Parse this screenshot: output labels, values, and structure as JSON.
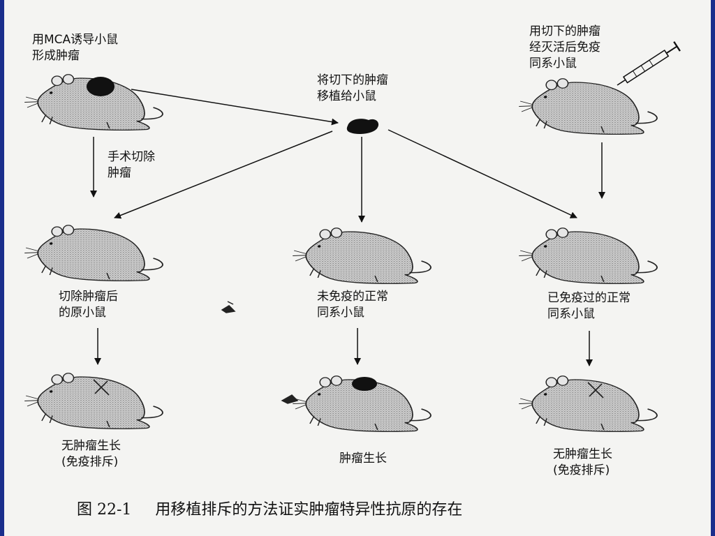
{
  "labels": {
    "mca_induce": [
      "用MCA诱导小鼠",
      "形成肿瘤"
    ],
    "transplant": [
      "将切下的肿瘤",
      "移植给小鼠"
    ],
    "inactivated_immunize": [
      "用切下的肿瘤",
      "经灭活后免疫",
      "同系小鼠"
    ],
    "surgical_removal": [
      "手术切除",
      "肿瘤"
    ],
    "original_mouse": [
      "切除肿瘤后",
      "的原小鼠"
    ],
    "unimmunized": [
      "未免疫的正常",
      "同系小鼠"
    ],
    "immunized": [
      "已免疫过的正常",
      "同系小鼠"
    ],
    "no_growth_left": [
      "无肿瘤生长",
      "(免疫排斥)"
    ],
    "tumor_growth": [
      "肿瘤生长"
    ],
    "no_growth_right": [
      "无肿瘤生长",
      "(免疫排斥)"
    ]
  },
  "caption": {
    "number": "图 22-1",
    "text": "用移植排斥的方法证实肿瘤特异性抗原的存在"
  }
}
